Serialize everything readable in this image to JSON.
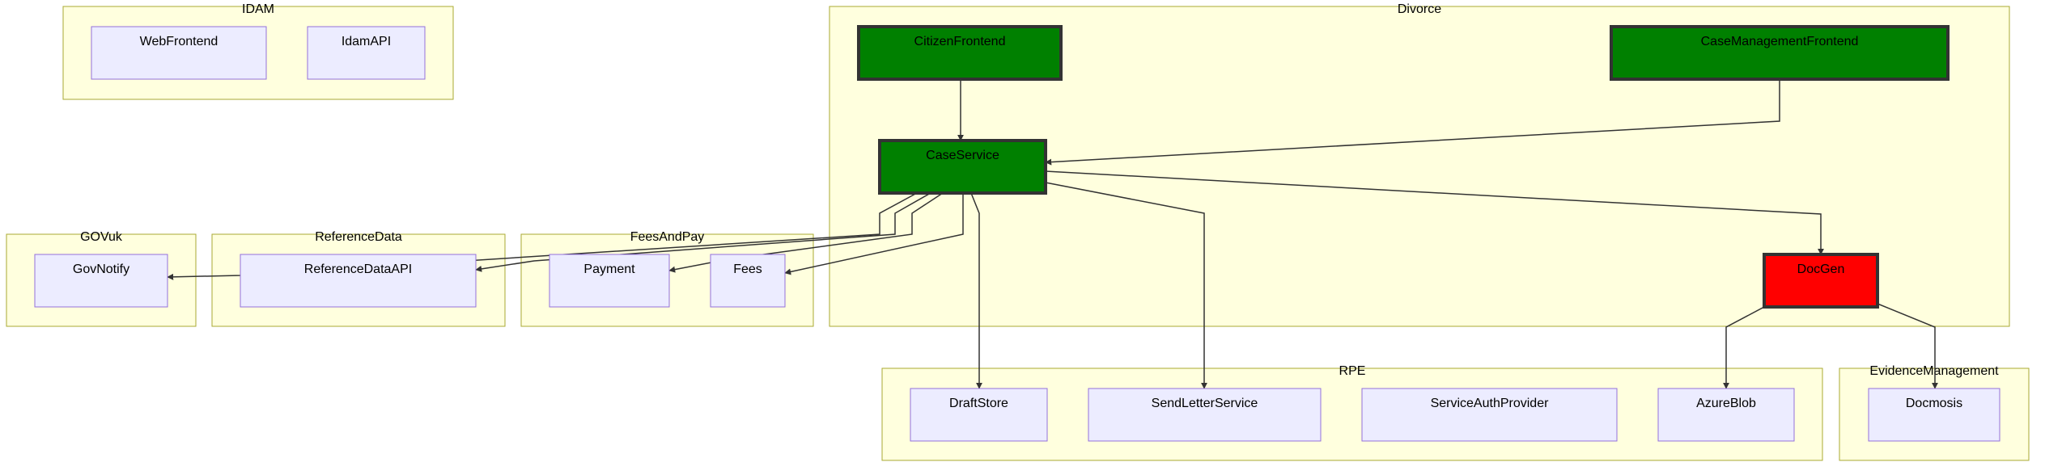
{
  "diagram": {
    "colors": {
      "cluster_fill": "#ffffde",
      "cluster_stroke": "#aaaa33",
      "default_fill": "#ececff",
      "default_stroke": "#9370db",
      "green_fill": "#008000",
      "red_fill": "#ff0000",
      "highlight_stroke": "#333333",
      "edge": "#333333"
    },
    "clusters": [
      {
        "id": "idam",
        "label": "IDAM"
      },
      {
        "id": "divorce",
        "label": "Divorce"
      },
      {
        "id": "govuk",
        "label": "GOVuk"
      },
      {
        "id": "referencedata",
        "label": "ReferenceData"
      },
      {
        "id": "feesandpay",
        "label": "FeesAndPay"
      },
      {
        "id": "rpe",
        "label": "RPE"
      },
      {
        "id": "evidencemanagement",
        "label": "EvidenceManagement"
      }
    ],
    "nodes": [
      {
        "id": "webfrontend",
        "label": "WebFrontend",
        "style": "default"
      },
      {
        "id": "idamapi",
        "label": "IdamAPI",
        "style": "default"
      },
      {
        "id": "citizenfrontend",
        "label": "CitizenFrontend",
        "style": "green"
      },
      {
        "id": "casemanagementfrontend",
        "label": "CaseManagementFrontend",
        "style": "green"
      },
      {
        "id": "caseservice",
        "label": "CaseService",
        "style": "green"
      },
      {
        "id": "docgen",
        "label": "DocGen",
        "style": "red"
      },
      {
        "id": "govnotify",
        "label": "GovNotify",
        "style": "default"
      },
      {
        "id": "referencedataapi",
        "label": "ReferenceDataAPI",
        "style": "default"
      },
      {
        "id": "payment",
        "label": "Payment",
        "style": "default"
      },
      {
        "id": "fees",
        "label": "Fees",
        "style": "default"
      },
      {
        "id": "draftstore",
        "label": "DraftStore",
        "style": "default"
      },
      {
        "id": "sendletterservice",
        "label": "SendLetterService",
        "style": "default"
      },
      {
        "id": "serviceauthprovider",
        "label": "ServiceAuthProvider",
        "style": "default"
      },
      {
        "id": "azureblob",
        "label": "AzureBlob",
        "style": "default"
      },
      {
        "id": "docmosis",
        "label": "Docmosis",
        "style": "default"
      }
    ],
    "edges": [
      {
        "id": "citizen-to-case",
        "from": "citizenfrontend",
        "to": "caseservice"
      },
      {
        "id": "casemgmt-to-case",
        "from": "casemanagementfrontend",
        "to": "caseservice"
      },
      {
        "id": "case-to-docgen",
        "from": "caseservice",
        "to": "docgen"
      },
      {
        "id": "case-to-govnotify",
        "from": "caseservice",
        "to": "govnotify"
      },
      {
        "id": "case-to-referencedataapi",
        "from": "caseservice",
        "to": "referencedataapi"
      },
      {
        "id": "case-to-payment",
        "from": "caseservice",
        "to": "payment"
      },
      {
        "id": "case-to-fees",
        "from": "caseservice",
        "to": "fees"
      },
      {
        "id": "case-to-draftstore",
        "from": "caseservice",
        "to": "draftstore"
      },
      {
        "id": "case-to-sendletterservice",
        "from": "caseservice",
        "to": "sendletterservice"
      },
      {
        "id": "docgen-to-azureblob",
        "from": "docgen",
        "to": "azureblob"
      },
      {
        "id": "docgen-to-docmosis",
        "from": "docgen",
        "to": "docmosis"
      }
    ]
  }
}
